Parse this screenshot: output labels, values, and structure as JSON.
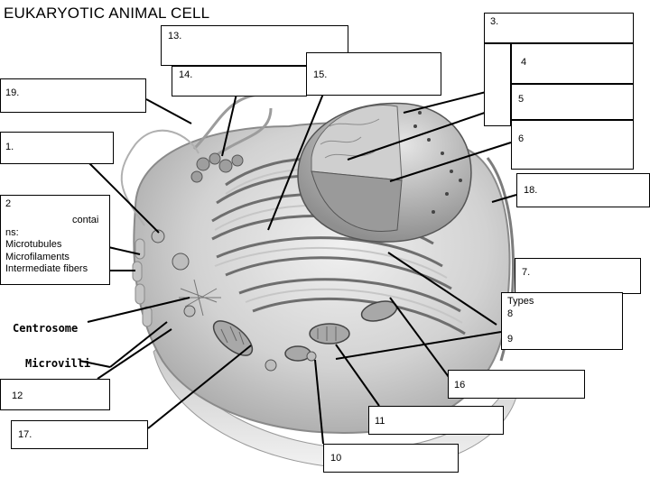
{
  "title": "EUKARYOTIC ANIMAL CELL",
  "labels": {
    "l1": "1.",
    "l2": "2",
    "l3": "3.",
    "l4": "4",
    "l5": "5",
    "l6": "6",
    "l7": "7.",
    "l8_types": "Types",
    "l8": "8",
    "l9": "9",
    "l10": "10",
    "l11": "11",
    "l12": "12",
    "l13": "13.",
    "l14": "14.",
    "l15": "15.",
    "l16": "16",
    "l17": "17.",
    "l18": "18.",
    "l19": "19."
  },
  "cytoskeleton": {
    "contains_a": "contai",
    "contains_b": "ns:",
    "items": [
      "Microtubules",
      "Microfilaments",
      "Intermediate fibers"
    ]
  },
  "side_labels": {
    "centrosome": "Centrosome",
    "microvilli": "Microvilli"
  },
  "colors": {
    "cytoplasm": "#d9d9d9",
    "membrane": "#9a9a9a",
    "nucleus": "#bdbdbd",
    "organelle": "#8c8c8c",
    "line": "#000000"
  }
}
